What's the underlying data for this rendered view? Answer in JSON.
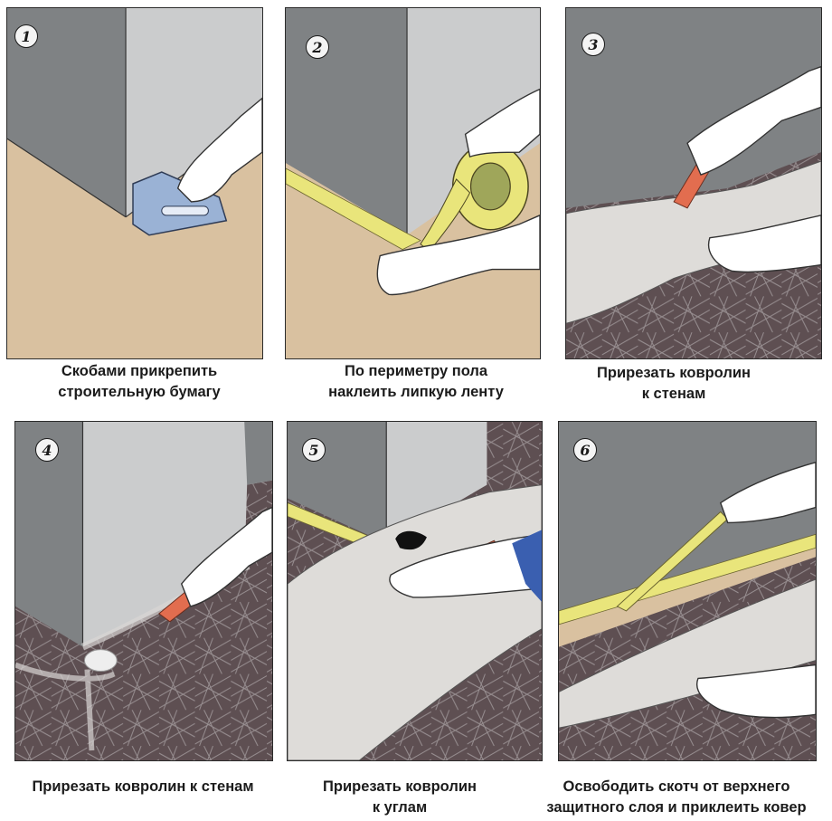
{
  "steps": [
    {
      "number": "1",
      "caption_lines": [
        "Скобами прикрепить",
        "строительную бумагу"
      ]
    },
    {
      "number": "2",
      "caption_lines": [
        "По периметру пола",
        "наклеить липкую ленту"
      ]
    },
    {
      "number": "3",
      "caption_lines": [
        "Прирезать ковролин",
        "к стенам"
      ]
    },
    {
      "number": "4",
      "caption_lines": [
        "Прирезать ковролин к стенам"
      ]
    },
    {
      "number": "5",
      "caption_lines": [
        "Прирезать ковролин",
        "к углам"
      ]
    },
    {
      "number": "6",
      "caption_lines": [
        "Освободить скотч от верхнего",
        "защитного слоя и приклеить ковер"
      ]
    }
  ],
  "colors": {
    "wall_dark": "#808385",
    "wall_light": "#c9cacb",
    "floor_paper": "#d9c1a0",
    "carpet": "#5e4f52",
    "carpet_lines": "#a59ea0",
    "tape": "#e9e57b",
    "skin": "#ffffff",
    "tool": "#e26d4f",
    "stapler": "#9bb3d6"
  },
  "icons": [
    "stapler-icon",
    "tape-roll-icon",
    "knife-icon",
    "hand-icon"
  ]
}
